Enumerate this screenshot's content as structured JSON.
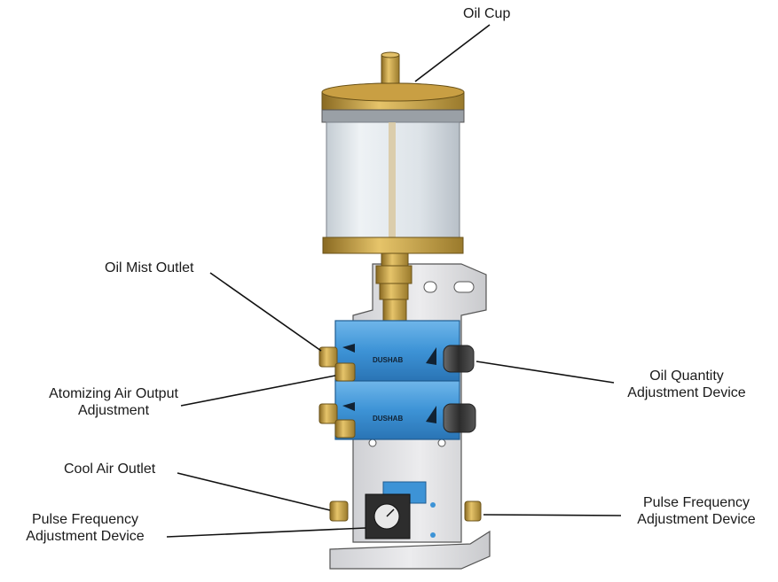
{
  "labels": {
    "oil_cup": "Oil Cup",
    "oil_mist_outlet": "Oil Mist Outlet",
    "atomizing_air": [
      "Atomizing Air Output",
      "Adjustment"
    ],
    "cool_air_outlet": "Cool Air Outlet",
    "pulse_freq_left": [
      "Pulse Frequency",
      "Adjustment Device"
    ],
    "oil_quantity": [
      "Oil Quantity",
      "Adjustment Device"
    ],
    "pulse_freq_right": [
      "Pulse Frequency",
      "Adjustment Device"
    ]
  },
  "block_brand": [
    "DUSHAB",
    "DUSHAB"
  ],
  "colors": {
    "block_blue": "#3d93d6",
    "brass": "#c8a24a",
    "bracket": "#e4e4e6",
    "glass": "#dfe5ea",
    "knob": "#3a3a3a"
  }
}
